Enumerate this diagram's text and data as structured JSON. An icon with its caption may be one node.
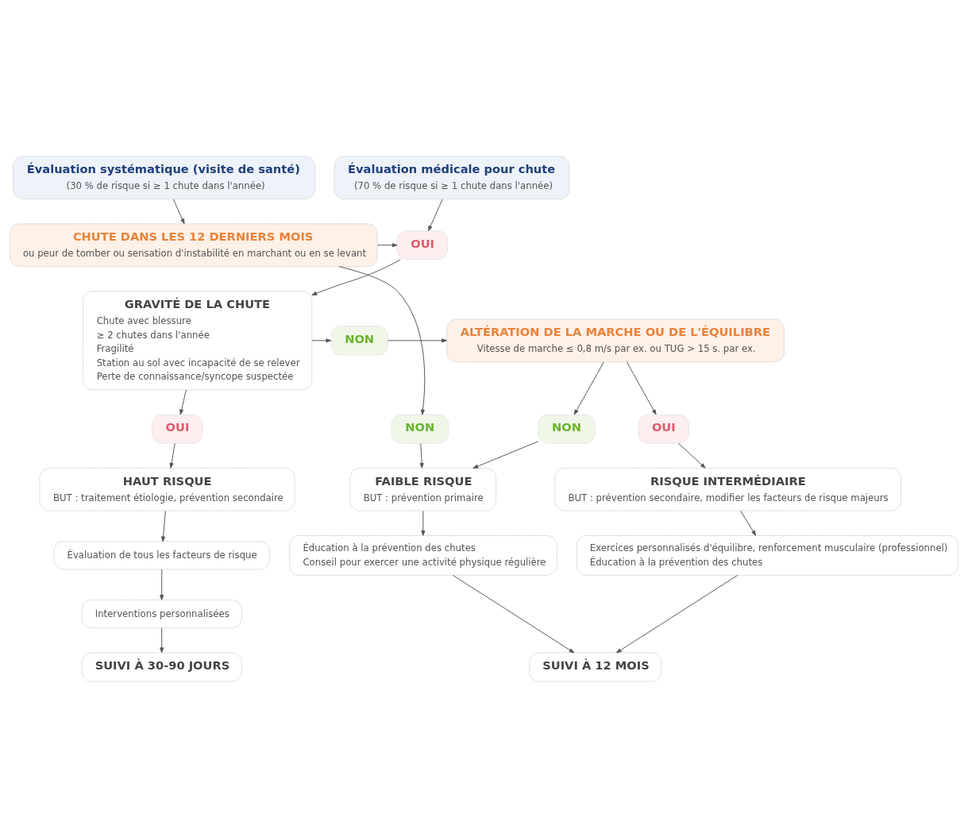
{
  "diagram": {
    "nodes": [
      {
        "text": [
          "Évaluation systématique (visite de santé)",
          "(30 % de risque si ≥ 1 chute dans l'année)"
        ]
      },
      {
        "text": [
          "Évaluation médicale pour chute",
          "(70 % de risque si ≥ 1 chute dans l'année)"
        ]
      },
      {
        "text": [
          "CHUTE DANS LES 12 DERNIERS MOIS",
          "ou peur de tomber ou sensation d'instabilité en marchant ou en se levant"
        ]
      },
      {
        "text": [
          "OUI"
        ]
      },
      {
        "text": [
          "GRAVITÉ DE LA CHUTE",
          "Chute avec blessure",
          "≥ 2 chutes dans l'année",
          "Fragilité",
          "Station au sol avec incapacité de se relever",
          "Perte de connaissance/syncope suspectée"
        ]
      },
      {
        "text": [
          "NON"
        ]
      },
      {
        "text": [
          "ALTÉRATION DE LA MARCHE OU DE L'ÉQUILIBRE",
          "Vitesse de marche ≤ 0,8 m/s par ex. ou TUG > 15 s. par ex."
        ]
      },
      {
        "text": [
          "NON"
        ]
      },
      {
        "text": [
          "NON"
        ]
      },
      {
        "text": [
          "OUI"
        ]
      },
      {
        "text": [
          "OUI"
        ]
      },
      {
        "text": [
          "FAIBLE RISQUE",
          "BUT : prévention primaire"
        ]
      },
      {
        "text": [
          "RISQUE INTERMÉDIAIRE",
          "BUT : prévention secondaire, modifier les facteurs de risque majeurs"
        ]
      },
      {
        "text": [
          "HAUT RISQUE",
          "BUT : traitement étiologie, prévention secondaire"
        ]
      },
      {
        "text": [
          "Éducation à la prévention des chutes",
          "Conseil pour exercer une activité physique régulière"
        ]
      },
      {
        "text": [
          "Exercices personnalisés d'équilibre, renforcement musculaire (professionnel)",
          "Éducation à la prévention des chutes"
        ]
      },
      {
        "text": [
          "Évaluation de tous les facteurs de risque"
        ]
      },
      {
        "text": [
          "Interventions personnalisées"
        ]
      },
      {
        "text": [
          "SUIVI À 12 MOIS"
        ]
      },
      {
        "text": [
          "SUIVI À 30-90 JOURS"
        ]
      }
    ],
    "edges": [
      {
        "from": 0,
        "to": 2,
        "arrow": "to"
      },
      {
        "from": 1,
        "to": 3,
        "arrow": "to"
      },
      {
        "from": 2,
        "to": 3,
        "arrow": "to"
      },
      {
        "from": 2,
        "to": 7,
        "arrow": "to"
      },
      {
        "from": 3,
        "to": 4,
        "arrow": "to"
      },
      {
        "from": 4,
        "to": 5,
        "arrow": "to"
      },
      {
        "from": 5,
        "to": 6,
        "arrow": "to"
      },
      {
        "from": 4,
        "to": 10,
        "arrow": "to"
      },
      {
        "from": 6,
        "to": 8,
        "arrow": "to"
      },
      {
        "from": 6,
        "to": 9,
        "arrow": "to"
      },
      {
        "from": 7,
        "to": 11,
        "arrow": "to"
      },
      {
        "from": 8,
        "to": 11,
        "arrow": "to"
      },
      {
        "from": 9,
        "to": 12,
        "arrow": "to"
      },
      {
        "from": 10,
        "to": 13,
        "arrow": "to"
      },
      {
        "from": 11,
        "to": 14,
        "arrow": "to"
      },
      {
        "from": 12,
        "to": 15,
        "arrow": "to"
      },
      {
        "from": 13,
        "to": 16,
        "arrow": "to"
      },
      {
        "from": 16,
        "to": 17,
        "arrow": "to"
      },
      {
        "from": 14,
        "to": 18,
        "arrow": "to"
      },
      {
        "from": 15,
        "to": 18,
        "arrow": "to"
      },
      {
        "from": 17,
        "to": 19,
        "arrow": "to"
      }
    ]
  }
}
